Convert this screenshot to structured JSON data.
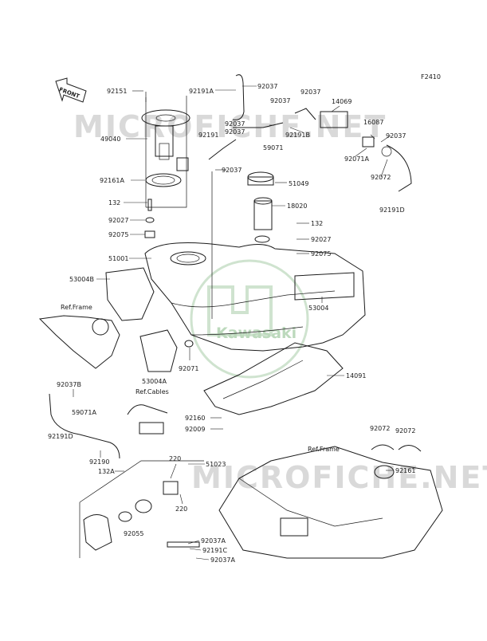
{
  "figure_code": "F2410",
  "front_label": "FRONT",
  "watermarks": [
    "MICROFICHE.NET",
    "MICROFICHE.NET"
  ],
  "logo_text": "Kawasaki",
  "ref_labels": {
    "frame_left": "Ref.Frame",
    "cables": "Ref.Cables",
    "frame_right": "Ref.Frame"
  },
  "colors": {
    "ink": "#1b1b1b",
    "watermark": "#d9d9d9",
    "logo": "#cfe3cf"
  },
  "parts": [
    "92151",
    "49040",
    "92161A",
    "132",
    "92027",
    "92075",
    "51001",
    "53004B",
    "92191A",
    "92037",
    "92037",
    "92037",
    "14069",
    "92037",
    "92037",
    "92191",
    "59071",
    "92191B",
    "16087",
    "92037",
    "92071A",
    "92072",
    "92191D",
    "92037",
    "51049",
    "18020",
    "132",
    "92027",
    "92075",
    "53004",
    "92071",
    "53004A",
    "14091",
    "92037B",
    "59071A",
    "92191D",
    "92160",
    "92009",
    "92190",
    "132A",
    "220",
    "51023",
    "220",
    "92055",
    "92037A",
    "92191C",
    "92037A",
    "92072",
    "92072",
    "92161"
  ]
}
